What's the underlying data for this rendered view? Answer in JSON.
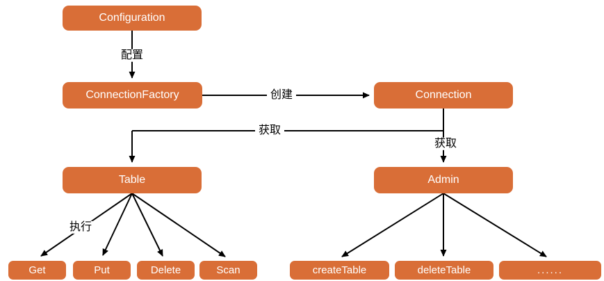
{
  "diagram": {
    "title_hint": "HBase API class relationship flowchart",
    "nodes": [
      {
        "id": "configuration",
        "label": "Configuration"
      },
      {
        "id": "connection-factory",
        "label": "ConnectionFactory"
      },
      {
        "id": "connection",
        "label": "Connection"
      },
      {
        "id": "table",
        "label": "Table"
      },
      {
        "id": "admin",
        "label": "Admin"
      },
      {
        "id": "get",
        "label": "Get"
      },
      {
        "id": "put",
        "label": "Put"
      },
      {
        "id": "delete",
        "label": "Delete"
      },
      {
        "id": "scan",
        "label": "Scan"
      },
      {
        "id": "create-table",
        "label": "createTable"
      },
      {
        "id": "delete-table",
        "label": "deleteTable"
      },
      {
        "id": "more",
        "label": "......"
      }
    ],
    "edges": [
      {
        "from": "configuration",
        "to": "connection-factory",
        "label": "配置"
      },
      {
        "from": "connection-factory",
        "to": "connection",
        "label": "创建"
      },
      {
        "from": "connection",
        "to": "table",
        "label": "获取"
      },
      {
        "from": "connection",
        "to": "admin",
        "label": "获取"
      },
      {
        "from": "table",
        "to": "get",
        "label": "执行"
      },
      {
        "from": "table",
        "to": "put",
        "label": ""
      },
      {
        "from": "table",
        "to": "delete",
        "label": ""
      },
      {
        "from": "table",
        "to": "scan",
        "label": ""
      },
      {
        "from": "admin",
        "to": "create-table",
        "label": ""
      },
      {
        "from": "admin",
        "to": "delete-table",
        "label": ""
      },
      {
        "from": "admin",
        "to": "more",
        "label": ""
      }
    ],
    "edge_labels": {
      "peizhi": "配置",
      "chuangjian": "创建",
      "huoqu_table": "获取",
      "huoqu_admin": "获取",
      "zhixing": "执行"
    },
    "colors": {
      "node_fill": "#d96e37",
      "node_text": "#ffffff",
      "line": "#000000",
      "background": "#ffffff"
    }
  }
}
